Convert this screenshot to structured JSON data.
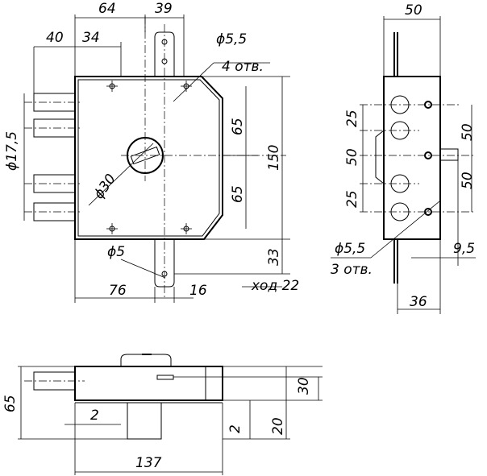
{
  "front_view": {
    "dim_64": "64",
    "dim_39": "39",
    "dim_40": "40",
    "dim_34": "34",
    "dim_d55_top": "ϕ5,5",
    "holes_4": "4 отв.",
    "dim_65_upper": "65",
    "dim_150": "150",
    "dim_65_lower": "65",
    "dim_d175": "ϕ17,5",
    "dim_d30": "ϕ30",
    "dim_d5": "ϕ5",
    "dim_33": "33",
    "dim_76": "76",
    "dim_16": "16",
    "stroke_22": "ход 22"
  },
  "side_view": {
    "dim_50_top": "50",
    "dim_25_a": "25",
    "dim_50_mid": "50",
    "dim_25_b": "25",
    "dim_50_right_a": "50",
    "dim_50_right_b": "50",
    "dim_d55": "ϕ5,5",
    "holes_3": "3 отв.",
    "dim_95": "9,5",
    "dim_36": "36"
  },
  "bottom_view": {
    "dim_65": "65",
    "dim_2_a": "2",
    "dim_137": "137",
    "dim_2_b": "2",
    "dim_20": "20",
    "dim_30": "30"
  }
}
